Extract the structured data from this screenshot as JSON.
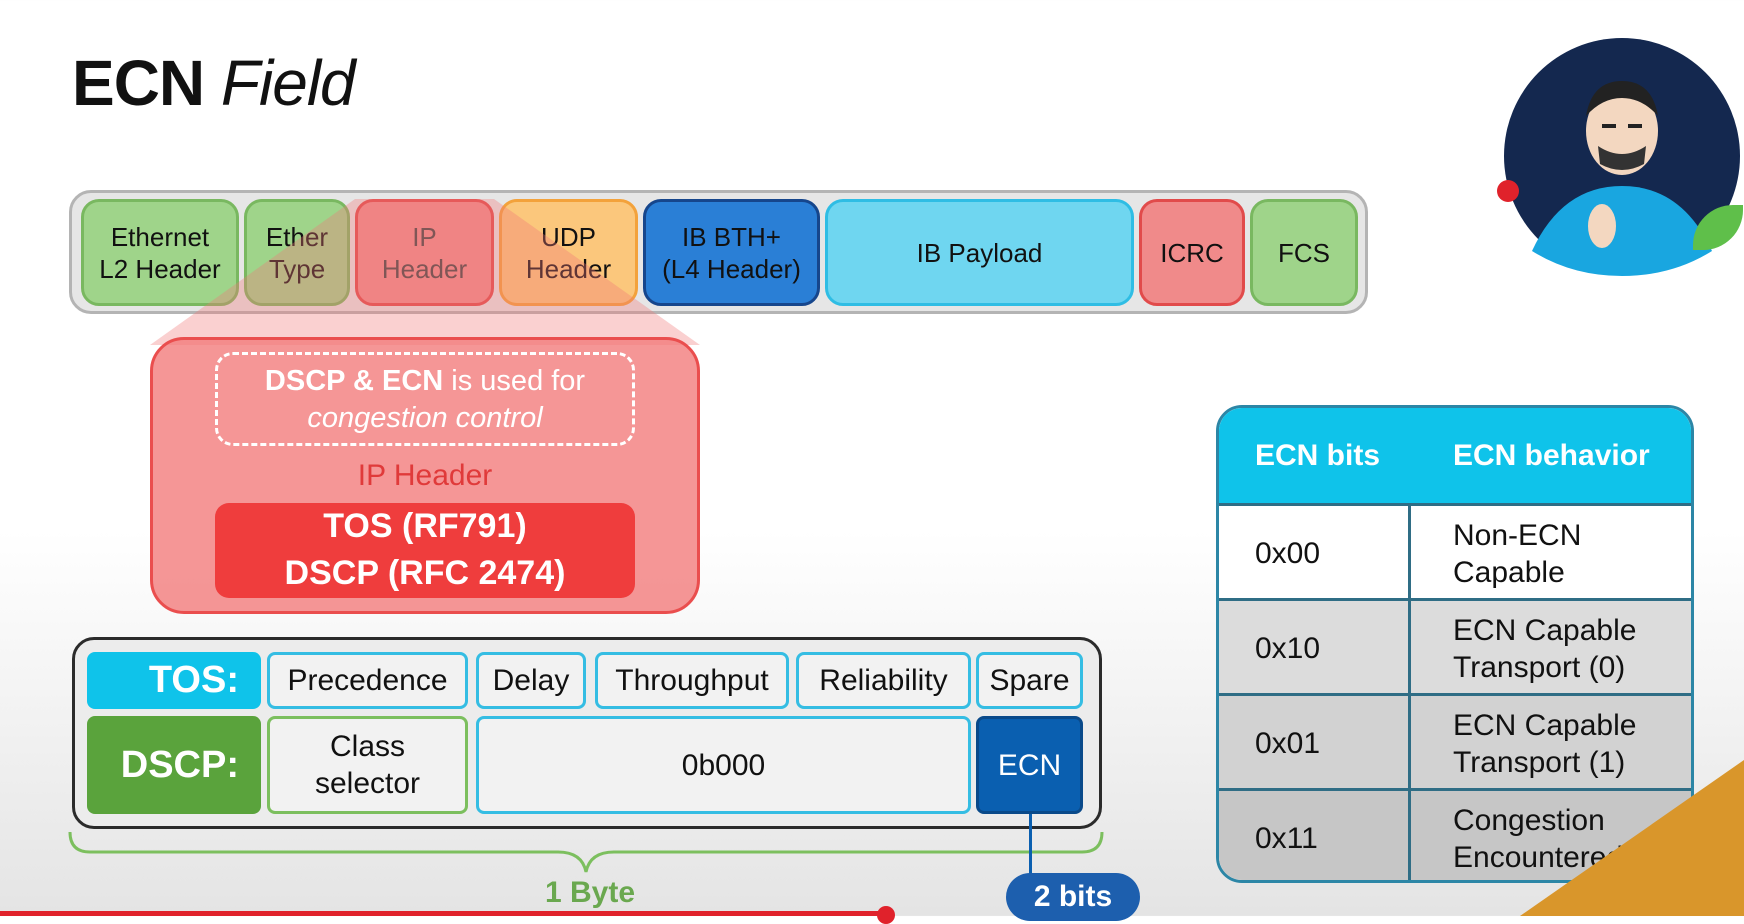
{
  "title": {
    "main": "ECN",
    "italic": "Field"
  },
  "packet": [
    {
      "l1": "Ethernet",
      "l2": "L2 Header"
    },
    {
      "l1": "Ether",
      "l2": "Type"
    },
    {
      "l1": "IP",
      "l2": "Header"
    },
    {
      "l1": "UDP",
      "l2": "Header"
    },
    {
      "l1": "IB BTH+",
      "l2": "(L4 Header)"
    },
    {
      "l1": "IB Payload",
      "l2": ""
    },
    {
      "l1": "ICRC",
      "l2": ""
    },
    {
      "l1": "FCS",
      "l2": ""
    }
  ],
  "callout": {
    "bold": "DSCP & ECN",
    "rest": " is used for",
    "italic": "congestion control",
    "header": "IP Header",
    "tos_line1": "TOS (RF791)",
    "tos_line2": "DSCP (RFC 2474)"
  },
  "bits": {
    "tos_label": "TOS:",
    "tos_fields": [
      "Precedence",
      "Delay",
      "Throughput",
      "Reliability",
      "Spare"
    ],
    "dscp_label": "DSCP:",
    "dscp_fields": [
      "Class selector",
      "0b000",
      "ECN"
    ],
    "byte_label": "1 Byte",
    "bits_label": "2 bits"
  },
  "table": {
    "headers": [
      "ECN bits",
      "ECN behavior"
    ],
    "rows": [
      {
        "bits": "0x00",
        "l1": "Non-ECN",
        "l2": "Capable"
      },
      {
        "bits": "0x10",
        "l1": "ECN Capable",
        "l2": "Transport (0)"
      },
      {
        "bits": "0x01",
        "l1": "ECN Capable",
        "l2": "Transport (1)"
      },
      {
        "bits": "0x11",
        "l1": "Congestion",
        "l2": "Encountered"
      }
    ]
  },
  "colors": {
    "tos": "#0fc3ea",
    "dscp": "#5aa33c",
    "ecn": "#0a5fb0",
    "ip": "#ef3d3d"
  },
  "video_progress_fraction": 0.5
}
